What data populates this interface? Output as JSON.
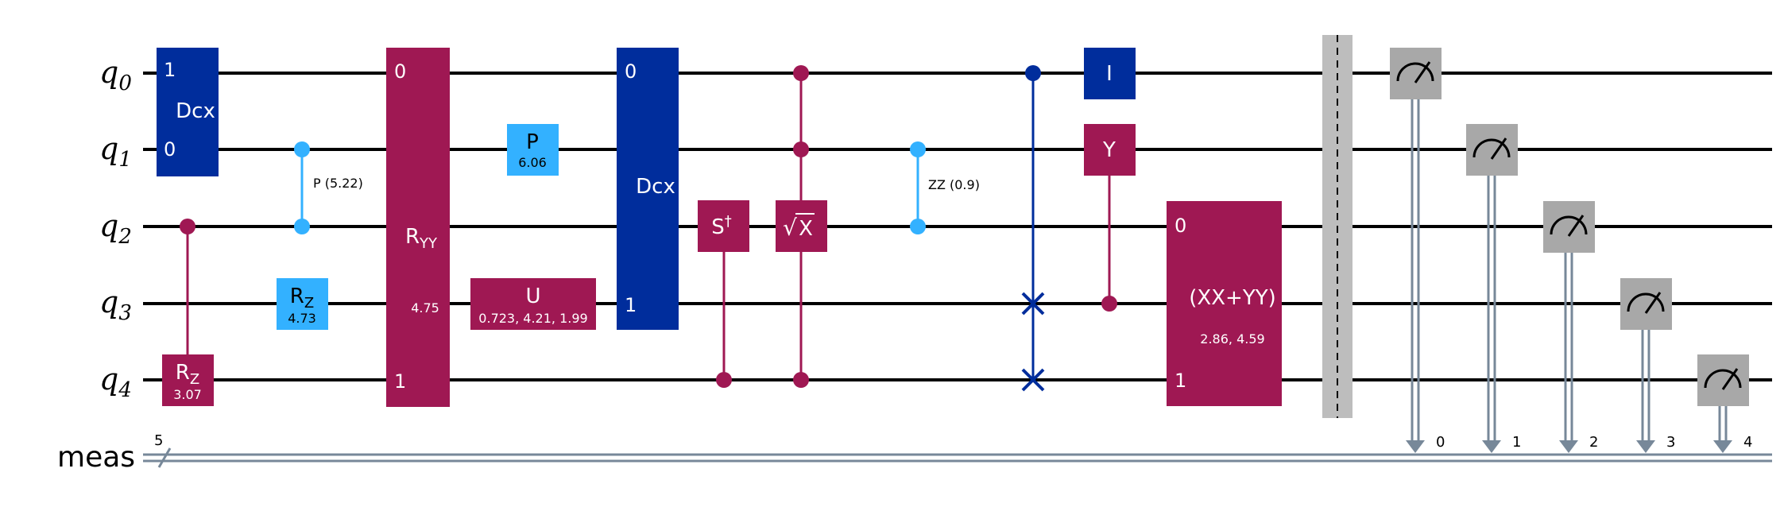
{
  "wires": {
    "qubits": [
      "q0",
      "q1",
      "q2",
      "q3",
      "q4"
    ],
    "classical_label": "meas",
    "classical_bus_size": "5"
  },
  "colors": {
    "dark_blue": "#002D9C",
    "magenta": "#9F1853",
    "light_blue": "#33B1FF",
    "gray": "#A8A8A8",
    "wire": "#000000",
    "classical_wire": "#778899"
  },
  "gates": {
    "dcx_1": {
      "label": "Dcx",
      "pin_top": "1",
      "pin_bottom": "0"
    },
    "rz_q4": {
      "label": "R",
      "sub": "Z",
      "param": "3.07"
    },
    "cp": {
      "label": "P (5.22)"
    },
    "rz_q3": {
      "label": "R",
      "sub": "Z",
      "param": "4.73"
    },
    "ryy": {
      "label": "R",
      "sub": "YY",
      "param": "4.75",
      "pin_top": "0",
      "pin_bottom": "1"
    },
    "p": {
      "label": "P",
      "param": "6.06"
    },
    "u": {
      "label": "U",
      "param": "0.723, 4.21, 1.99"
    },
    "dcx_2": {
      "label": "Dcx",
      "pin_top": "0",
      "pin_bottom": "1"
    },
    "sdg": {
      "label": "S",
      "sup": "†"
    },
    "csx": {
      "label": "X",
      "root": "√"
    },
    "zz": {
      "label": "ZZ (0.9)"
    },
    "i": {
      "label": "I"
    },
    "y": {
      "label": "Y"
    },
    "xxyy": {
      "label": "(XX+YY)",
      "param": "2.86, 4.59",
      "pin_top": "0",
      "pin_bottom": "1"
    }
  },
  "measurements": [
    "0",
    "1",
    "2",
    "3",
    "4"
  ]
}
